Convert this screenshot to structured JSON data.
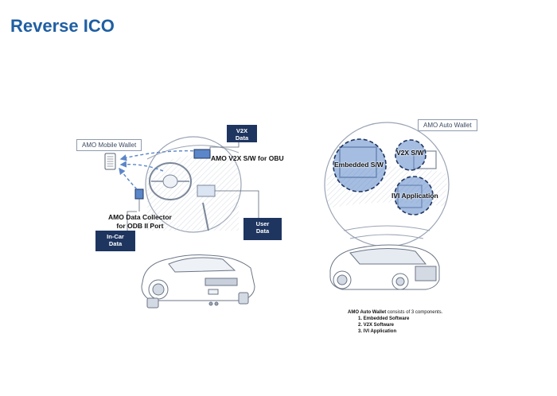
{
  "page_title": "Reverse ICO",
  "labels": {
    "mobile_wallet": "AMO Mobile Wallet",
    "auto_wallet": "AMO Auto Wallet",
    "v2x_data": "V2X\nData",
    "in_car_data": "In-Car\nData",
    "user_data": "User\nData",
    "obu_software": "AMO V2X S/W for OBU",
    "data_collector": "AMO Data Collector\nfor ODB II Port",
    "embedded_sw": "Embedded S/W",
    "v2x_sw": "V2X S/W",
    "ivi_application": "IVI Application"
  },
  "notes": {
    "lead_bold": "AMO Auto Wallet",
    "lead_rest": " consists of 3 components.",
    "items": [
      "1. Embedded Software",
      "2. V2X Software",
      "3. IVI Application"
    ]
  },
  "colors": {
    "title": "#1f5fa3",
    "navy": "#1e3560",
    "highlight": "#5b86c9",
    "line": "#7b8799"
  }
}
